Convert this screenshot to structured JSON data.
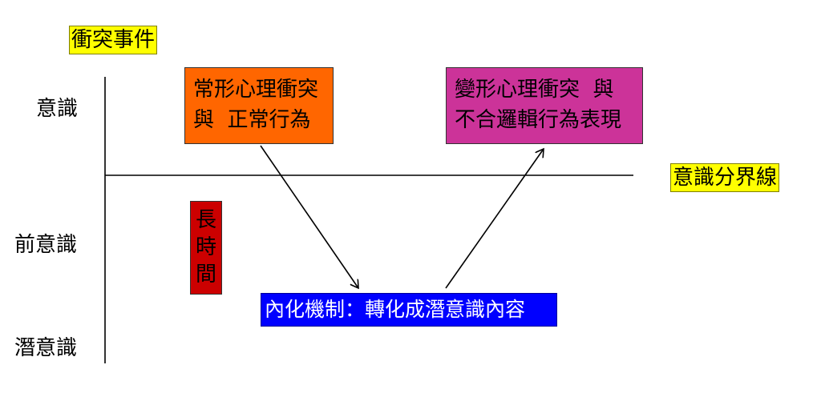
{
  "title": "衝突事件",
  "boundary_label": "意識分界線",
  "levels": {
    "conscious": "意識",
    "preconscious": "前意識",
    "subconscious": "潛意識"
  },
  "normal_box": {
    "line1": "常形心理衝突",
    "line2": "與  正常行為",
    "color": "#ff6600"
  },
  "abnormal_box": {
    "line1": "變形心理衝突  與",
    "line2": "不合邏輯行為表現",
    "color": "#cc3399"
  },
  "duration_box": {
    "chars": [
      "長",
      "時",
      "間"
    ],
    "color": "#cc0000"
  },
  "mechanism_box": {
    "text": "內化機制：轉化成潛意識內容",
    "color": "#0000ff",
    "text_color": "#ffffff"
  },
  "label_color": "#ffff00"
}
